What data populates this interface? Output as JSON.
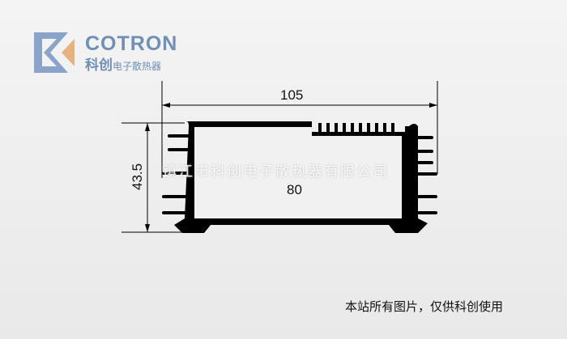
{
  "logo": {
    "brand_en": "COTRON",
    "brand_cn_main": "科创",
    "brand_cn_sub": "电子散热器",
    "colors": {
      "blue": "#7a96c2",
      "orange": "#e8b27f"
    }
  },
  "dimensions": {
    "width_total": "105",
    "height": "43.5",
    "inner_width": "80"
  },
  "watermark": "镇江市科创电子散热器有限公司",
  "footer": "本站所有图片，仅供科创使用"
}
